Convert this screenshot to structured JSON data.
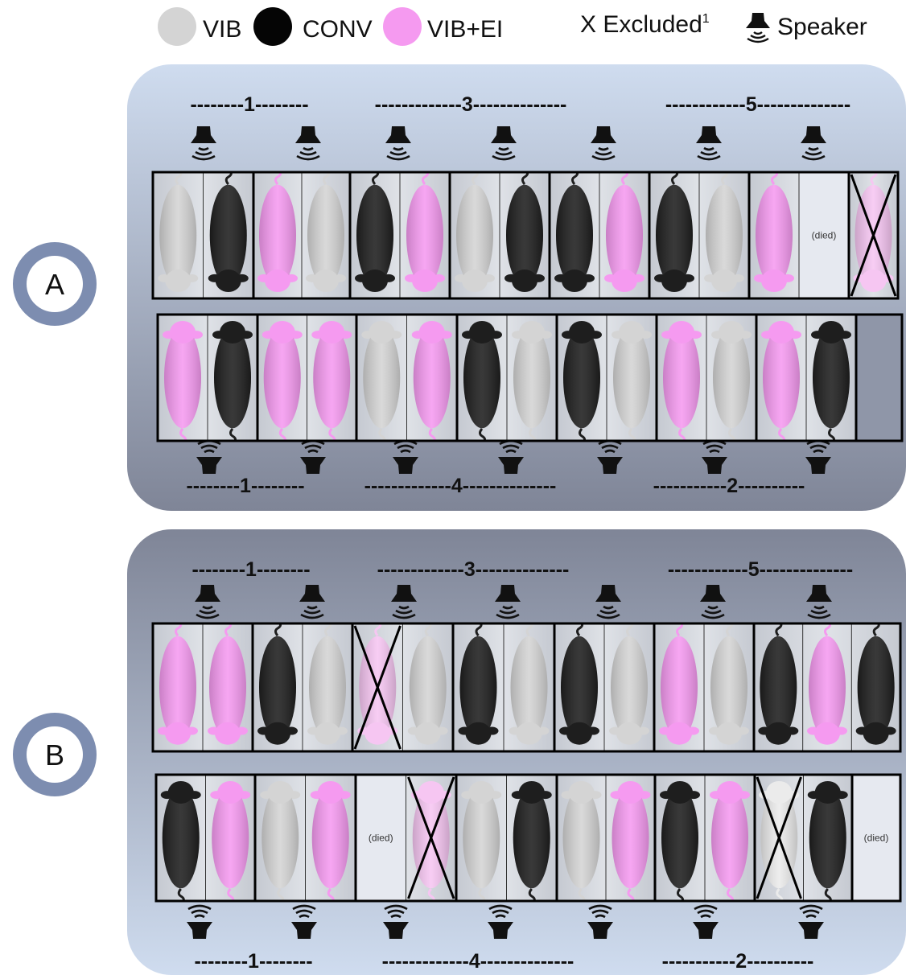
{
  "legend": {
    "vib_label": "VIB",
    "conv_label": "CONV",
    "vibei_label": "VIB+EI",
    "excluded_label": "X Excluded",
    "excluded_sup": "1",
    "speaker_label": "Speaker"
  },
  "colors": {
    "vib": "#d4d4d4",
    "conv": "#1e1e1e",
    "vibei": "#f59af0",
    "excluded_pig": "#f6c6f2",
    "excluded_white": "#ebebeb",
    "panel_light": "#cfdcef",
    "panel_dark": "#7f8597",
    "badge_ring": "#7d8db0"
  },
  "died_label": "(died)",
  "panels": [
    {
      "id": "A",
      "label": "A",
      "groups_top": [
        "--------1--------",
        "-------------3--------------",
        "------------5--------------"
      ],
      "groups_bottom": [
        "--------1--------",
        "-------------4--------------",
        "-----------2----------"
      ],
      "top_row": [
        [
          "vib",
          "conv"
        ],
        [
          "vibei",
          "vib"
        ],
        [
          "conv",
          "vibei"
        ],
        [
          "vib",
          "conv"
        ],
        [
          "conv",
          "vibei"
        ],
        [
          "conv",
          "vib"
        ],
        [
          "vibei",
          "died"
        ],
        [
          "excluded"
        ]
      ],
      "bottom_row": [
        [
          "vibei",
          "conv"
        ],
        [
          "vibei",
          "vibei"
        ],
        [
          "vib",
          "vibei"
        ],
        [
          "conv",
          "vib"
        ],
        [
          "conv",
          "vib"
        ],
        [
          "vibei",
          "vib"
        ],
        [
          "vibei",
          "conv"
        ],
        [
          "empty"
        ]
      ]
    },
    {
      "id": "B",
      "label": "B",
      "groups_top": [
        "--------1--------",
        "-------------3--------------",
        "------------5--------------"
      ],
      "groups_bottom": [
        "--------1--------",
        "-------------4--------------",
        "-----------2----------"
      ],
      "top_row": [
        [
          "vibei",
          "vibei"
        ],
        [
          "conv",
          "vib"
        ],
        [
          "excluded_vibei",
          "vib"
        ],
        [
          "conv",
          "vib"
        ],
        [
          "conv",
          "vib"
        ],
        [
          "vibei",
          "vib"
        ],
        [
          "conv",
          "vibei",
          "conv"
        ]
      ],
      "bottom_row": [
        [
          "conv",
          "vibei"
        ],
        [
          "vib",
          "vibei"
        ],
        [
          "died",
          "excluded_vibei"
        ],
        [
          "vib",
          "conv"
        ],
        [
          "vib",
          "vibei"
        ],
        [
          "conv",
          "vibei"
        ],
        [
          "excluded_vib",
          "conv"
        ],
        [
          "died"
        ]
      ]
    }
  ]
}
